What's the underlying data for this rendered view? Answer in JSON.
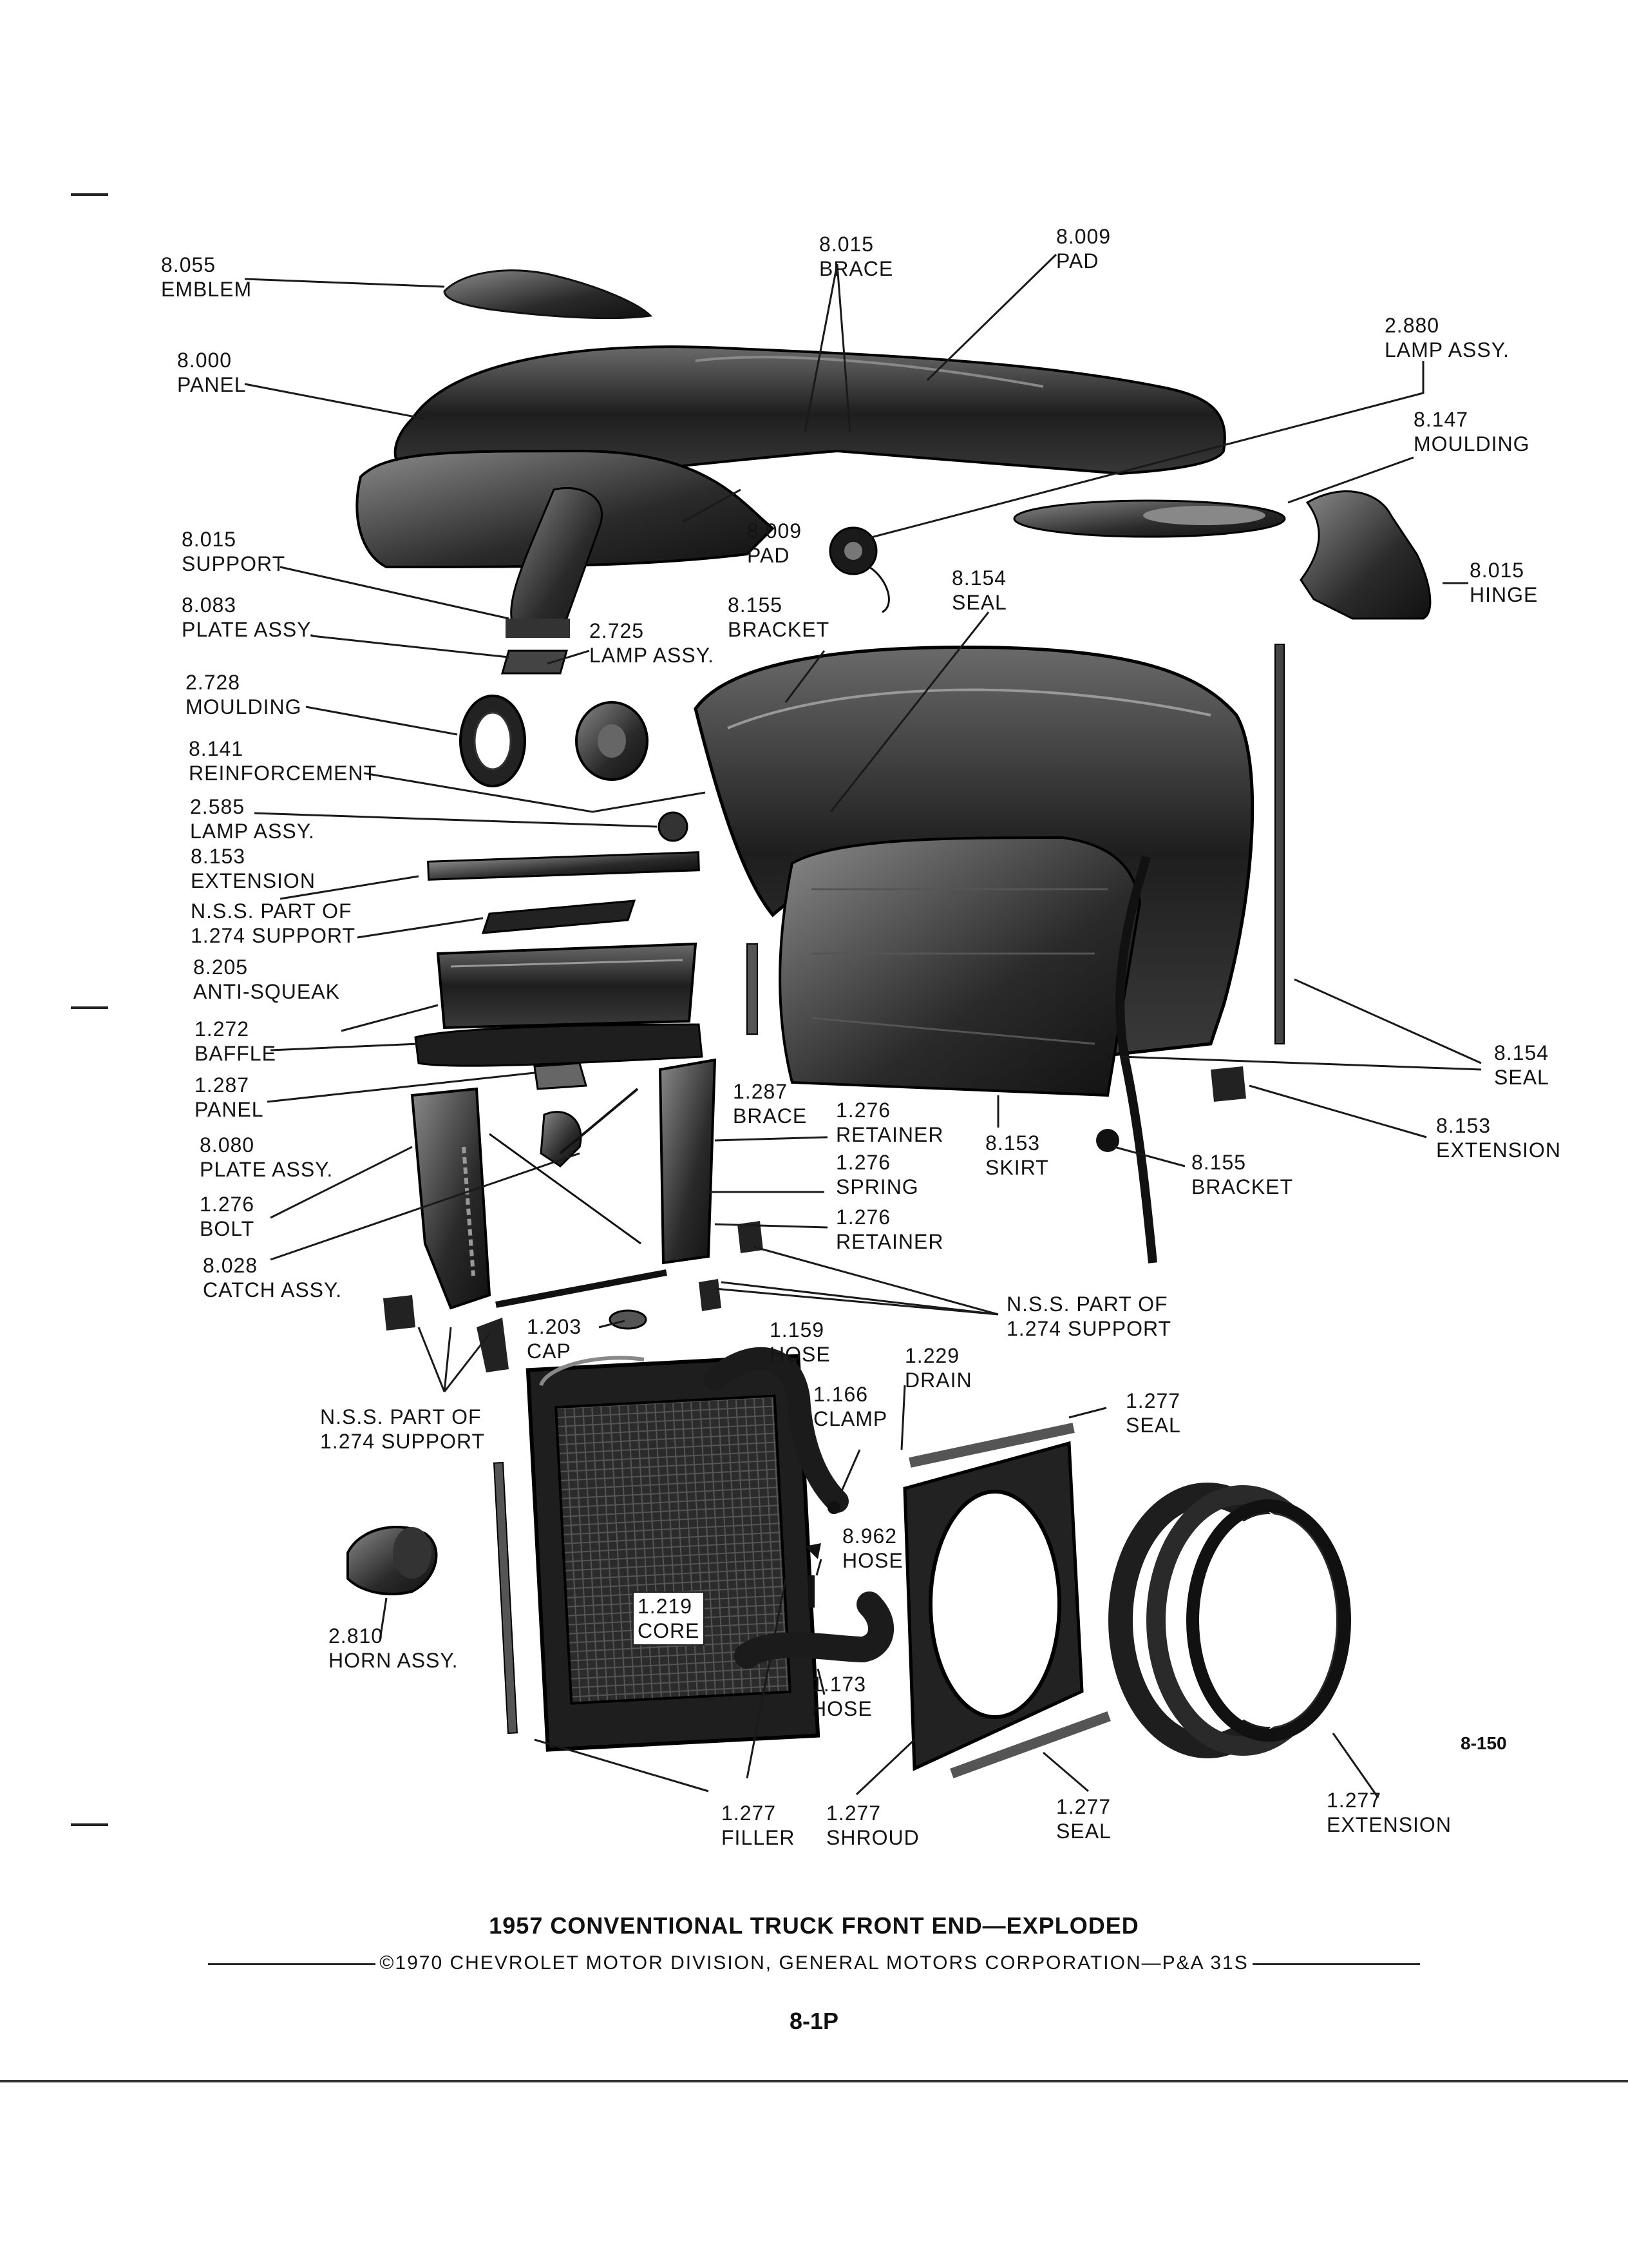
{
  "callouts": [
    {
      "id": "emblem",
      "number": "8.055",
      "name": "EMBLEM"
    },
    {
      "id": "brace-top",
      "number": "8.015",
      "name": "BRACE"
    },
    {
      "id": "pad-top",
      "number": "8.009",
      "name": "PAD"
    },
    {
      "id": "lamp-assy-2880",
      "number": "2.880",
      "name": "LAMP ASSY."
    },
    {
      "id": "panel-8000",
      "number": "8.000",
      "name": "PANEL"
    },
    {
      "id": "moulding-8147",
      "number": "8.147",
      "name": "MOULDING"
    },
    {
      "id": "support-8015",
      "number": "8.015",
      "name": "SUPPORT"
    },
    {
      "id": "pad-8009",
      "number": "8.009",
      "name": "PAD"
    },
    {
      "id": "hinge",
      "number": "8.015",
      "name": "HINGE"
    },
    {
      "id": "plate-8083",
      "number": "8.083",
      "name": "PLATE ASSY."
    },
    {
      "id": "seal-8154-top",
      "number": "8.154",
      "name": "SEAL"
    },
    {
      "id": "bracket-8155-top",
      "number": "8.155",
      "name": "BRACKET"
    },
    {
      "id": "lamp-2725",
      "number": "2.725",
      "name": "LAMP ASSY."
    },
    {
      "id": "moulding-2728",
      "number": "2.728",
      "name": "MOULDING"
    },
    {
      "id": "reinforcement",
      "number": "8.141",
      "name": "REINFORCEMENT"
    },
    {
      "id": "lamp-2585",
      "number": "2.585",
      "name": "LAMP ASSY."
    },
    {
      "id": "extension-8153",
      "number": "8.153",
      "name": "EXTENSION"
    },
    {
      "id": "nss-1",
      "number": "N.S.S. PART OF",
      "name": "1.274 SUPPORT"
    },
    {
      "id": "anti-squeak",
      "number": "8.205",
      "name": "ANTI-SQUEAK"
    },
    {
      "id": "baffle",
      "number": "1.272",
      "name": "BAFFLE"
    },
    {
      "id": "panel-1287",
      "number": "1.287",
      "name": "PANEL"
    },
    {
      "id": "brace-1287",
      "number": "1.287",
      "name": "BRACE"
    },
    {
      "id": "plate-8080",
      "number": "8.080",
      "name": "PLATE ASSY."
    },
    {
      "id": "retainer-1",
      "number": "1.276",
      "name": "RETAINER"
    },
    {
      "id": "skirt",
      "number": "8.153",
      "name": "SKIRT"
    },
    {
      "id": "seal-8154-right",
      "number": "8.154",
      "name": "SEAL"
    },
    {
      "id": "extension-8153-right",
      "number": "8.153",
      "name": "EXTENSION"
    },
    {
      "id": "bolt",
      "number": "1.276",
      "name": "BOLT"
    },
    {
      "id": "spring",
      "number": "1.276",
      "name": "SPRING"
    },
    {
      "id": "bracket-8155",
      "number": "8.155",
      "name": "BRACKET"
    },
    {
      "id": "catch",
      "number": "8.028",
      "name": "CATCH ASSY."
    },
    {
      "id": "retainer-2",
      "number": "1.276",
      "name": "RETAINER"
    },
    {
      "id": "nss-2",
      "number": "N.S.S. PART OF",
      "name": "1.274 SUPPORT"
    },
    {
      "id": "cap",
      "number": "1.203",
      "name": "CAP"
    },
    {
      "id": "hose-1159",
      "number": "1.159",
      "name": "HOSE"
    },
    {
      "id": "drain",
      "number": "1.229",
      "name": "DRAIN"
    },
    {
      "id": "clamp",
      "number": "1.166",
      "name": "CLAMP"
    },
    {
      "id": "seal-1277-top",
      "number": "1.277",
      "name": "SEAL"
    },
    {
      "id": "nss-3",
      "number": "N.S.S. PART OF",
      "name": "1.274 SUPPORT"
    },
    {
      "id": "hose-8962",
      "number": "8.962",
      "name": "HOSE"
    },
    {
      "id": "core",
      "number": "1.219",
      "name": "CORE"
    },
    {
      "id": "horn",
      "number": "2.810",
      "name": "HORN ASSY."
    },
    {
      "id": "hose-1173",
      "number": "1.173",
      "name": "HOSE"
    },
    {
      "id": "filler",
      "number": "1.277",
      "name": "FILLER"
    },
    {
      "id": "shroud",
      "number": "1.277",
      "name": "SHROUD"
    },
    {
      "id": "seal-1277-bottom",
      "number": "1.277",
      "name": "SEAL"
    },
    {
      "id": "extension-1277",
      "number": "1.277",
      "name": "EXTENSION"
    }
  ],
  "figure_code": "8-150",
  "title": "1957 CONVENTIONAL TRUCK FRONT END—EXPLODED",
  "copyright": "©1970 CHEVROLET MOTOR DIVISION, GENERAL MOTORS CORPORATION—P&A 31S",
  "page_number": "8-1P"
}
